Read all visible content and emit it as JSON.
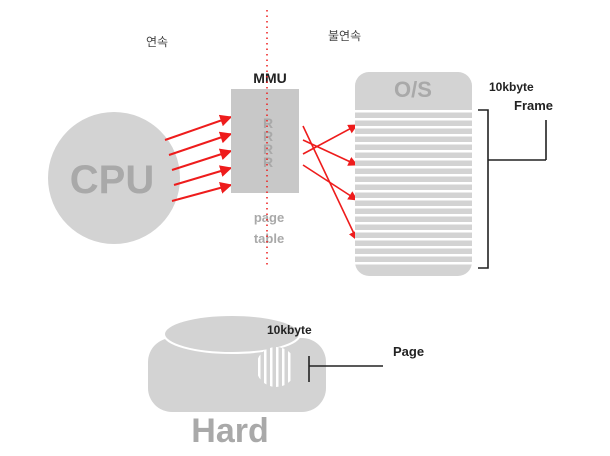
{
  "labels": {
    "continuous": "연속",
    "noncontinuous": "불연속",
    "mmu": "MMU",
    "os": "O/S",
    "cpu": "CPU",
    "r_entries": [
      "R",
      "R",
      "R",
      "R"
    ],
    "page_table_line1": "page",
    "page_table_line2": "table",
    "frame_size": "10kbyte",
    "frame": "Frame",
    "page_size": "10kbyte",
    "page": "Page",
    "hard": "Hard"
  },
  "colors": {
    "shape_gray": "#d3d3d3",
    "mmu_gray": "#c8c8c8",
    "text_gray": "#a9a9a9",
    "arrow_red": "#ee1c1c",
    "stripe_white": "#ffffff",
    "dark": "#222222"
  }
}
